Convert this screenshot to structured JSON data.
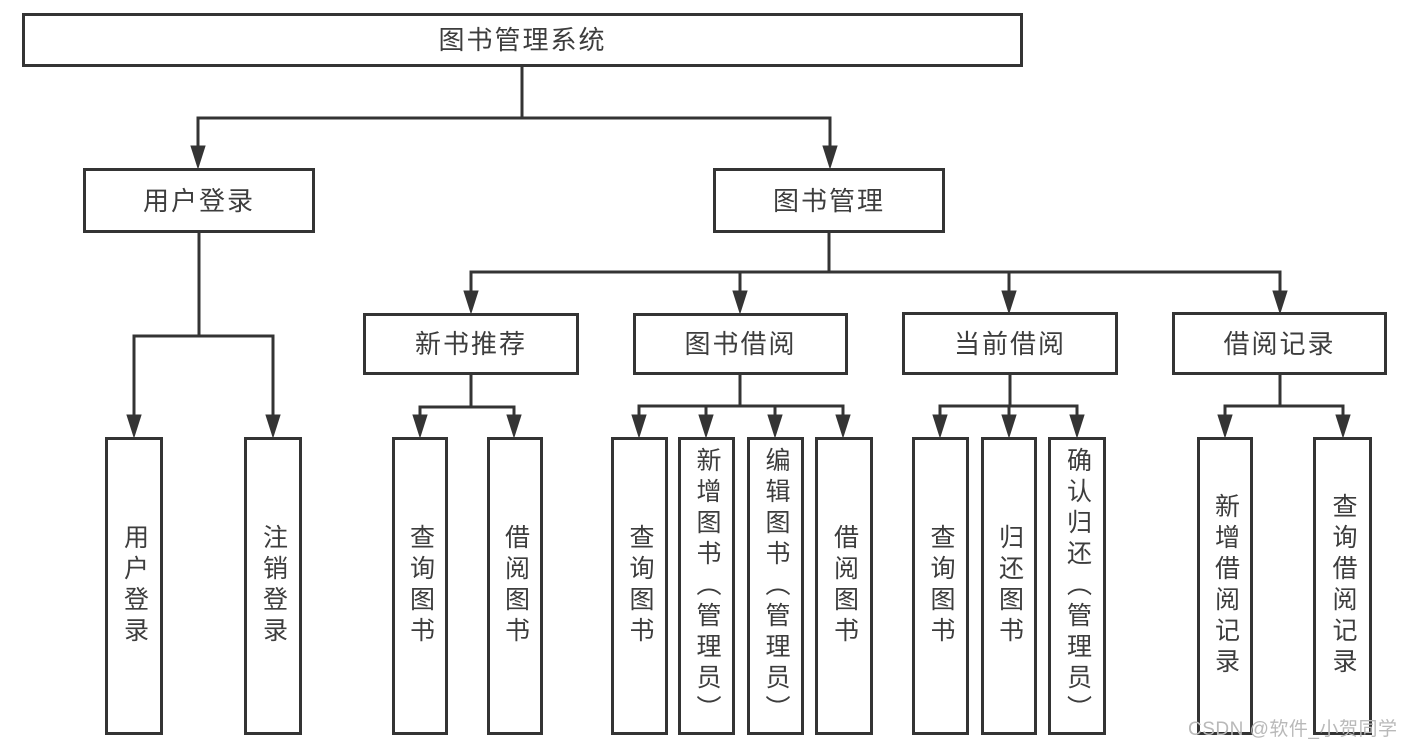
{
  "diagram": {
    "root": {
      "label": "图书管理系统"
    },
    "branches": [
      {
        "label": "用户登录",
        "children": [
          {
            "label": "用户登录"
          },
          {
            "label": "注销登录"
          }
        ]
      },
      {
        "label": "图书管理",
        "children": [
          {
            "label": "新书推荐",
            "children": [
              {
                "label": "查询图书"
              },
              {
                "label": "借阅图书"
              }
            ]
          },
          {
            "label": "图书借阅",
            "children": [
              {
                "label": "查询图书"
              },
              {
                "label": "新增图书（管理员）"
              },
              {
                "label": "编辑图书（管理员）"
              },
              {
                "label": "借阅图书"
              }
            ]
          },
          {
            "label": "当前借阅",
            "children": [
              {
                "label": "查询图书"
              },
              {
                "label": "归还图书"
              },
              {
                "label": "确认归还（管理员）"
              }
            ]
          },
          {
            "label": "借阅记录",
            "children": [
              {
                "label": "新增借阅记录"
              },
              {
                "label": "查询借阅记录"
              }
            ]
          }
        ]
      }
    ]
  },
  "watermark": {
    "text": "CSDN @软件_小贺同学"
  },
  "colors": {
    "line": "#343434",
    "text": "#3d3d3d",
    "node_fill": "#ffffff",
    "background": "#ffffff",
    "watermark": "#b9b9b9"
  }
}
